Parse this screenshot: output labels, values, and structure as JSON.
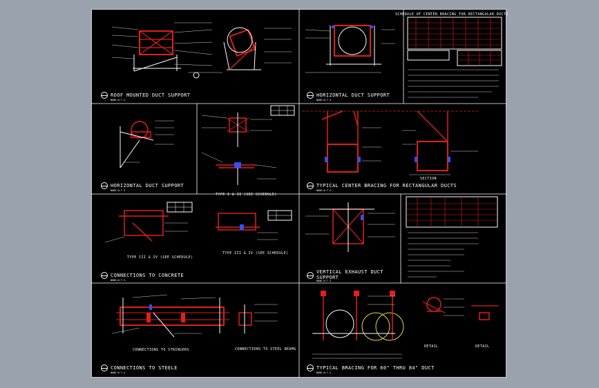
{
  "sheet": {
    "panels": [
      {
        "id": "roof",
        "title": "ROOF MOUNTED DUCT SUPPORT",
        "scale": "NONE-N.T.S."
      },
      {
        "id": "horizontal",
        "title": "HORIZONTAL DUCT SUPPORT",
        "scale": "NONE-N.T.S."
      },
      {
        "id": "horizontal2",
        "title": "HORIZONTAL DUCT SUPPORT",
        "scale": "NONE-N.T.S."
      },
      {
        "id": "centerbracing",
        "title": "TYPICAL CENTER BRACING FOR RECTANGULAR DUCTS",
        "scale": "NONE-N.T.S."
      },
      {
        "id": "concrete",
        "title": "CONNECTIONS TO CONCRETE",
        "scale": "NONE-N.T.S."
      },
      {
        "id": "vertical",
        "title": "VERTICAL EXHAUST DUCT SUPPORT",
        "scale": "NONE-N.T.S."
      },
      {
        "id": "steel",
        "title": "CONNECTIONS TO STEELE",
        "scale": "NONE-N.T.S."
      },
      {
        "id": "bracing60",
        "title": "TYPICAL BRACING FOR 60\" THRU 84\" DUCT",
        "scale": "NONE-N.T.S."
      }
    ],
    "subtitles": {
      "type12": "TYPE I & II (SEE SCHEDULE)",
      "type3": "TYPE III & IV (SEE SCHEDULE)",
      "type5": "TYPE III & IV (SEE SCHEDULE)",
      "section": "SECTION",
      "steelToStringers": "CONNECTIONS TO STRINGERS",
      "steelBeams": "CONNECTIONS TO STEEL BEAMS",
      "detail1": "DETAIL",
      "detail2": "DETAIL"
    },
    "schedule_title": "SCHEDULE OF CENTER BRACING FOR RECTANGULAR DUCTS"
  }
}
